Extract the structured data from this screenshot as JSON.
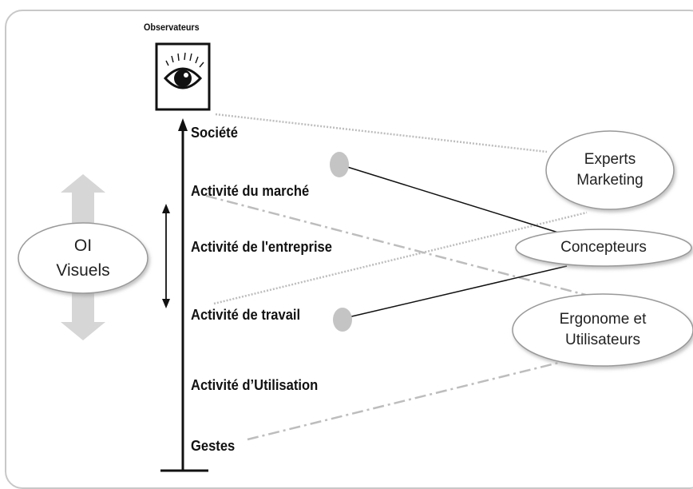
{
  "observers": {
    "title": "Observateurs",
    "icon": "eye-icon"
  },
  "levels": [
    {
      "label": "Société"
    },
    {
      "label": "Activité du marché"
    },
    {
      "label": "Activité de l'entreprise"
    },
    {
      "label": "Activité de travail"
    },
    {
      "label": "Activité d’Utilisation"
    },
    {
      "label": "Gestes"
    }
  ],
  "oi": {
    "line1": "OI",
    "line2": "Visuels"
  },
  "actors": [
    {
      "line1": "Experts",
      "line2": "Marketing"
    },
    {
      "line1": "Concepteurs",
      "line2": ""
    },
    {
      "line1": "Ergonome et",
      "line2": "Utilisateurs"
    }
  ],
  "colors": {
    "line": "#111111",
    "dashed": "#bdbdbd",
    "arrow_gray": "#d6d6d6",
    "dot": "#c4c4c4",
    "frame": "#c8c8c8"
  }
}
